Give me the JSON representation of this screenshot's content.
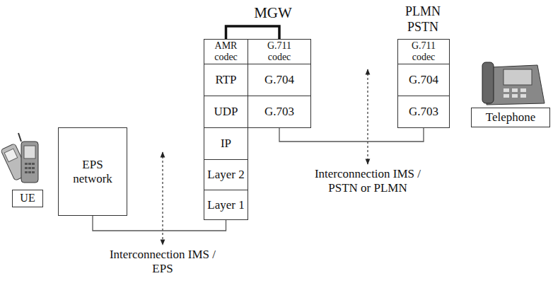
{
  "diagram": {
    "nodes": [
      {
        "text": [
          "UE"
        ]
      },
      {
        "text": [
          "EPS network"
        ]
      },
      {
        "text": [
          "AMR codec"
        ]
      },
      {
        "text": [
          "G.711 codec"
        ]
      },
      {
        "text": [
          "RTP"
        ]
      },
      {
        "text": [
          "G.704"
        ]
      },
      {
        "text": [
          "UDP"
        ]
      },
      {
        "text": [
          "G.703"
        ]
      },
      {
        "text": [
          "IP"
        ]
      },
      {
        "text": [
          "Layer 2"
        ]
      },
      {
        "text": [
          "Layer 1"
        ]
      },
      {
        "text": [
          "G.711 codec"
        ]
      },
      {
        "text": [
          "G.704"
        ]
      },
      {
        "text": [
          "G.703"
        ]
      },
      {
        "text": [
          "Telephone"
        ]
      }
    ],
    "edges": [
      {
        "from": 2,
        "to": 3,
        "arrow": "none"
      },
      {
        "from": 1,
        "to": 10,
        "arrow": "none"
      },
      {
        "from": 7,
        "to": 13,
        "arrow": "none"
      }
    ],
    "labels": [
      "MGW",
      "PLMN PSTN",
      "Interconnection IMS / EPS",
      "Interconnection IMS / PSTN or PLMN"
    ]
  }
}
